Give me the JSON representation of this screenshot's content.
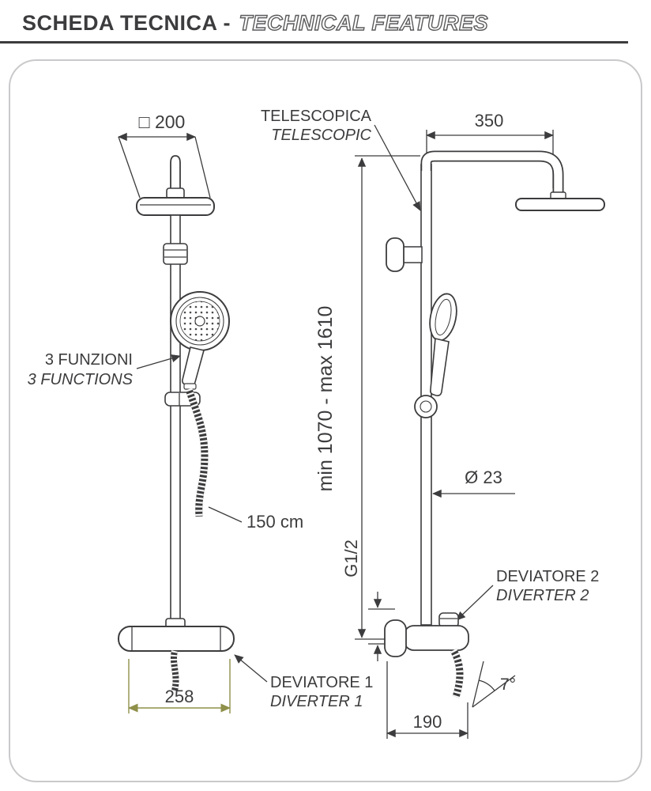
{
  "header": {
    "title_it": "SCHEDA TECNICA -",
    "title_en": "TECHNICAL FEATURES"
  },
  "front_view": {
    "head_width": "□ 200",
    "functions_it": "3 FUNZIONI",
    "functions_en": "3 FUNCTIONS",
    "hose_length": "150 cm",
    "base_width": "258",
    "diverter1_it": "DEVIATORE 1",
    "diverter1_en": "DIVERTER 1"
  },
  "side_view": {
    "telescopic_it": "TELESCOPICA",
    "telescopic_en": "TELESCOPIC",
    "arm_length": "350",
    "height_range": "min 1070 - max 1610",
    "pipe_diameter": "Ø 23",
    "thread_size": "G1/2",
    "diverter2_it": "DEVIATORE 2",
    "diverter2_en": "DIVERTER 2",
    "spout_angle": "7°",
    "spout_reach": "190"
  },
  "colors": {
    "line": "#3c3c3e",
    "dimension_accent": "#8f9049",
    "border": "#c9c9cb"
  }
}
